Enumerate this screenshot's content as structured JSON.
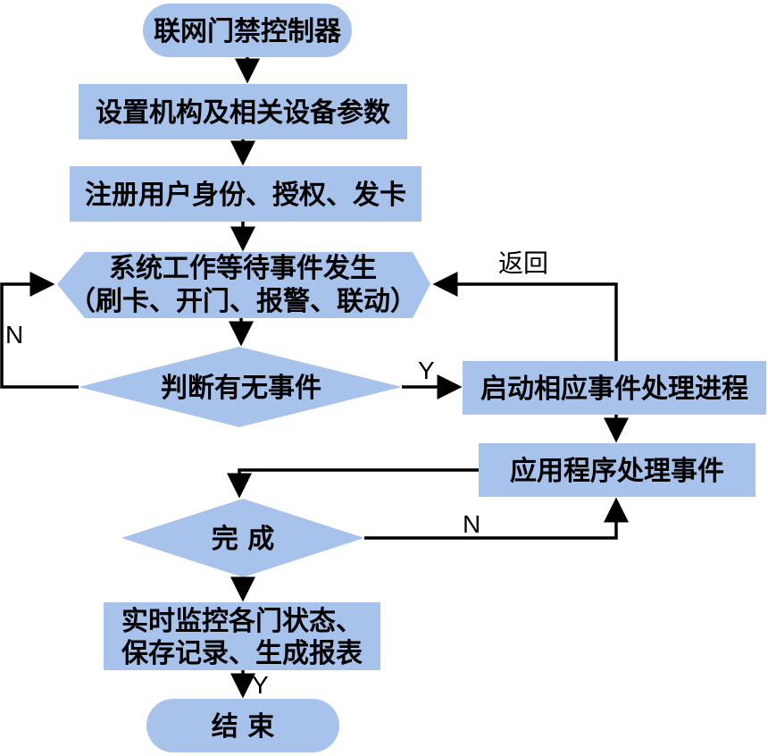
{
  "colors": {
    "node_fill": "#A7C3EC",
    "line": "#000000"
  },
  "nodes": {
    "start": "联网门禁控制器",
    "set_params": "设置机构及相关设备参数",
    "register": "注册用户身份、授权、发卡",
    "wait_line1": "系统工作等待事件发生",
    "wait_line2": "（刷卡、开门、报警、联动）",
    "judge_event": "判断有无事件",
    "start_process": "启动相应事件处理进程",
    "app_process": "应用程序处理事件",
    "complete": "完 成",
    "monitor_line1": "实时监控各门状态、",
    "monitor_line2": "保存记录、生成报表",
    "end": "结 束"
  },
  "labels": {
    "return": "返回",
    "judge_no": "N",
    "judge_yes": "Y",
    "complete_no": "N",
    "complete_yes": "Y"
  }
}
